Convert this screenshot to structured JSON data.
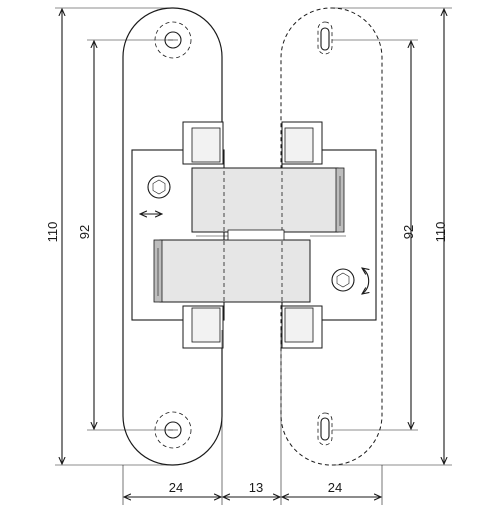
{
  "dimensions": {
    "left_total_height": "110",
    "left_screw_spacing": "92",
    "right_screw_spacing": "92",
    "right_total_height": "110",
    "width_left_plate": "24",
    "width_gap": "13",
    "width_right_plate": "24"
  }
}
